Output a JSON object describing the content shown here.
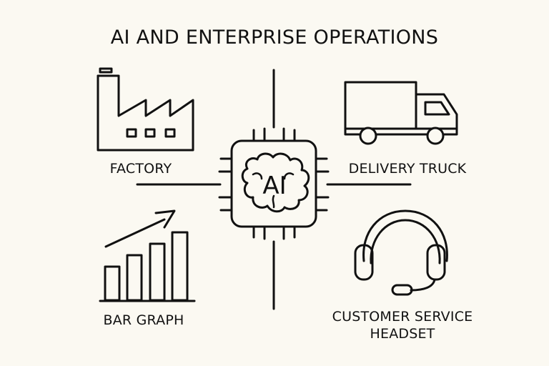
{
  "title": "AI AND ENTERPRISE OPERATIONS",
  "center": {
    "chip_text": "AI",
    "icon": "ai-brain-chip-icon"
  },
  "nodes": [
    {
      "label": "FACTORY",
      "icon": "factory-icon"
    },
    {
      "label": "DELIVERY TRUCK",
      "icon": "truck-icon"
    },
    {
      "label": "BAR GRAPH",
      "icon": "bar-graph-icon"
    },
    {
      "label_lines": [
        "CUSTOMER SERVICE",
        "HEADSET"
      ],
      "icon": "headset-icon"
    }
  ],
  "colors": {
    "background": "#fbf9f2",
    "ink": "#111111"
  }
}
